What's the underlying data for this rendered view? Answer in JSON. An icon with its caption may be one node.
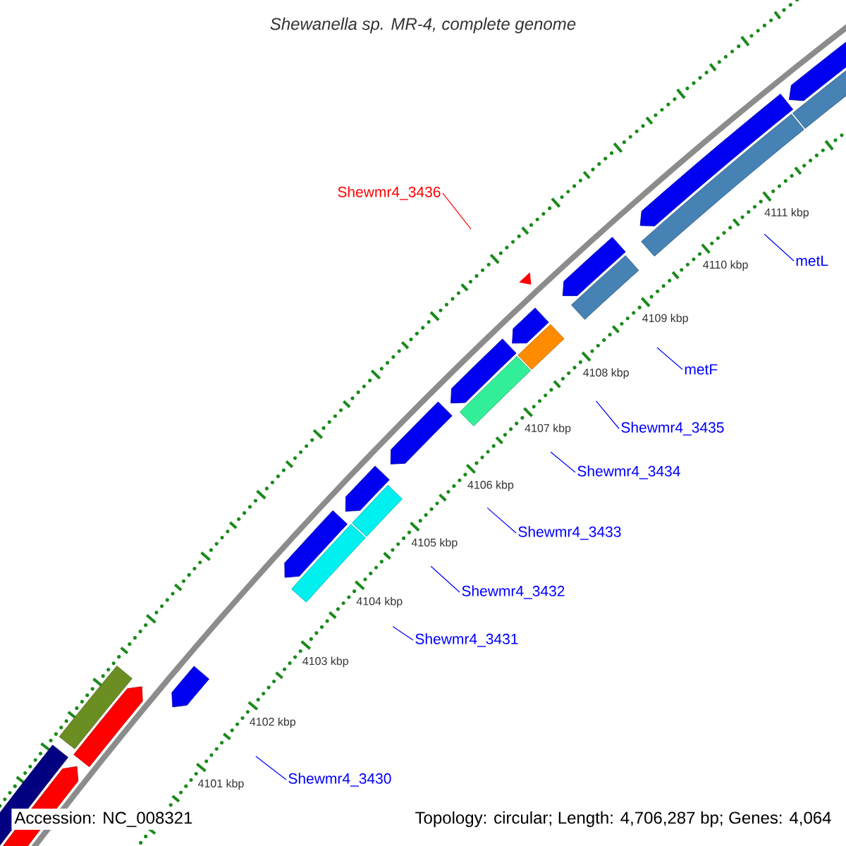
{
  "diagram": {
    "title": "Shewanella sp. MR-4, complete genome",
    "nodes": [
      {
        "text": [
          "Shewmr4_3436"
        ]
      },
      {
        "text": [
          "metL"
        ]
      },
      {
        "text": [
          "metF"
        ]
      },
      {
        "text": [
          "Shewmr4_3435"
        ]
      },
      {
        "text": [
          "Shewmr4_3434"
        ]
      },
      {
        "text": [
          "Shewmr4_3433"
        ]
      },
      {
        "text": [
          "Shewmr4_3432"
        ]
      },
      {
        "text": [
          "Shewmr4_3431"
        ]
      },
      {
        "text": [
          "Shewmr4_3430"
        ]
      }
    ],
    "edges": [
      {
        "from": 0,
        "to": null,
        "arrow": "none",
        "color": "#ff0000"
      },
      {
        "from": 1,
        "to": null,
        "arrow": "none"
      },
      {
        "from": 2,
        "to": null,
        "arrow": "none"
      },
      {
        "from": 3,
        "to": null,
        "arrow": "none"
      },
      {
        "from": 4,
        "to": null,
        "arrow": "none"
      },
      {
        "from": 5,
        "to": null,
        "arrow": "none"
      },
      {
        "from": 6,
        "to": null,
        "arrow": "none"
      },
      {
        "from": 7,
        "to": null,
        "arrow": "none"
      },
      {
        "from": 8,
        "to": null,
        "arrow": "none"
      }
    ],
    "labels": [
      "4111 kbp",
      "4110 kbp",
      "4109 kbp",
      "4108 kbp",
      "4107 kbp",
      "4106 kbp",
      "4105 kbp",
      "4104 kbp",
      "4103 kbp",
      "4102 kbp",
      "4101 kbp",
      "Accession: NC_008321",
      "Topology: circular; Length: 4,706,287 bp; Genes: 4,064"
    ]
  }
}
